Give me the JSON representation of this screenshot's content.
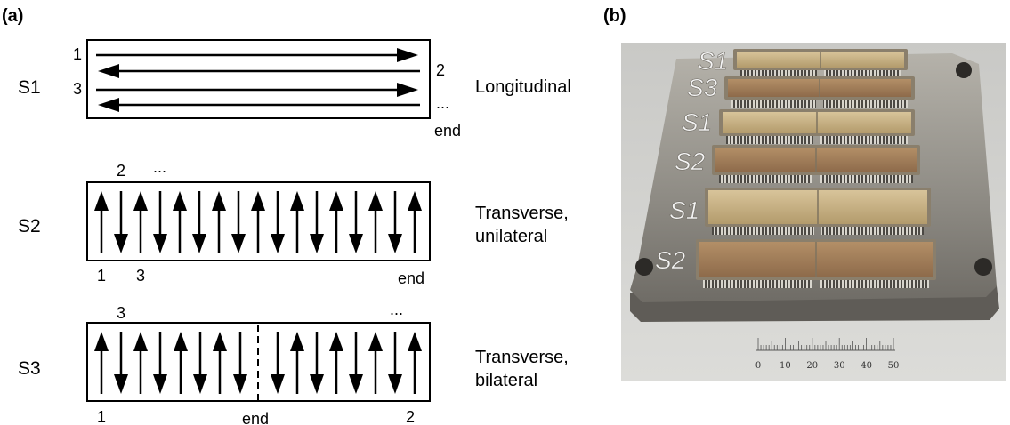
{
  "panel_a": {
    "label": "(a)",
    "s1": {
      "name": "S1",
      "description": "Longitudinal",
      "markers": {
        "first": "1",
        "second": "2",
        "third": "3",
        "ellipsis": "...",
        "end": "end"
      }
    },
    "s2": {
      "name": "S2",
      "description_line1": "Transverse,",
      "description_line2": "unilateral",
      "markers": {
        "first": "1",
        "second": "2",
        "third": "3",
        "ellipsis": "...",
        "end": "end"
      }
    },
    "s3": {
      "name": "S3",
      "description_line1": "Transverse,",
      "description_line2": "bilateral",
      "markers": {
        "first": "1",
        "second": "2",
        "third": "3",
        "ellipsis": "...",
        "end": "end"
      }
    }
  },
  "panel_b": {
    "label": "(b)",
    "sample_labels": [
      "S1",
      "S3",
      "S1",
      "S2",
      "S1",
      "S2"
    ],
    "ruler_ticks": [
      "0",
      "10",
      "20",
      "30",
      "40",
      "50"
    ]
  }
}
